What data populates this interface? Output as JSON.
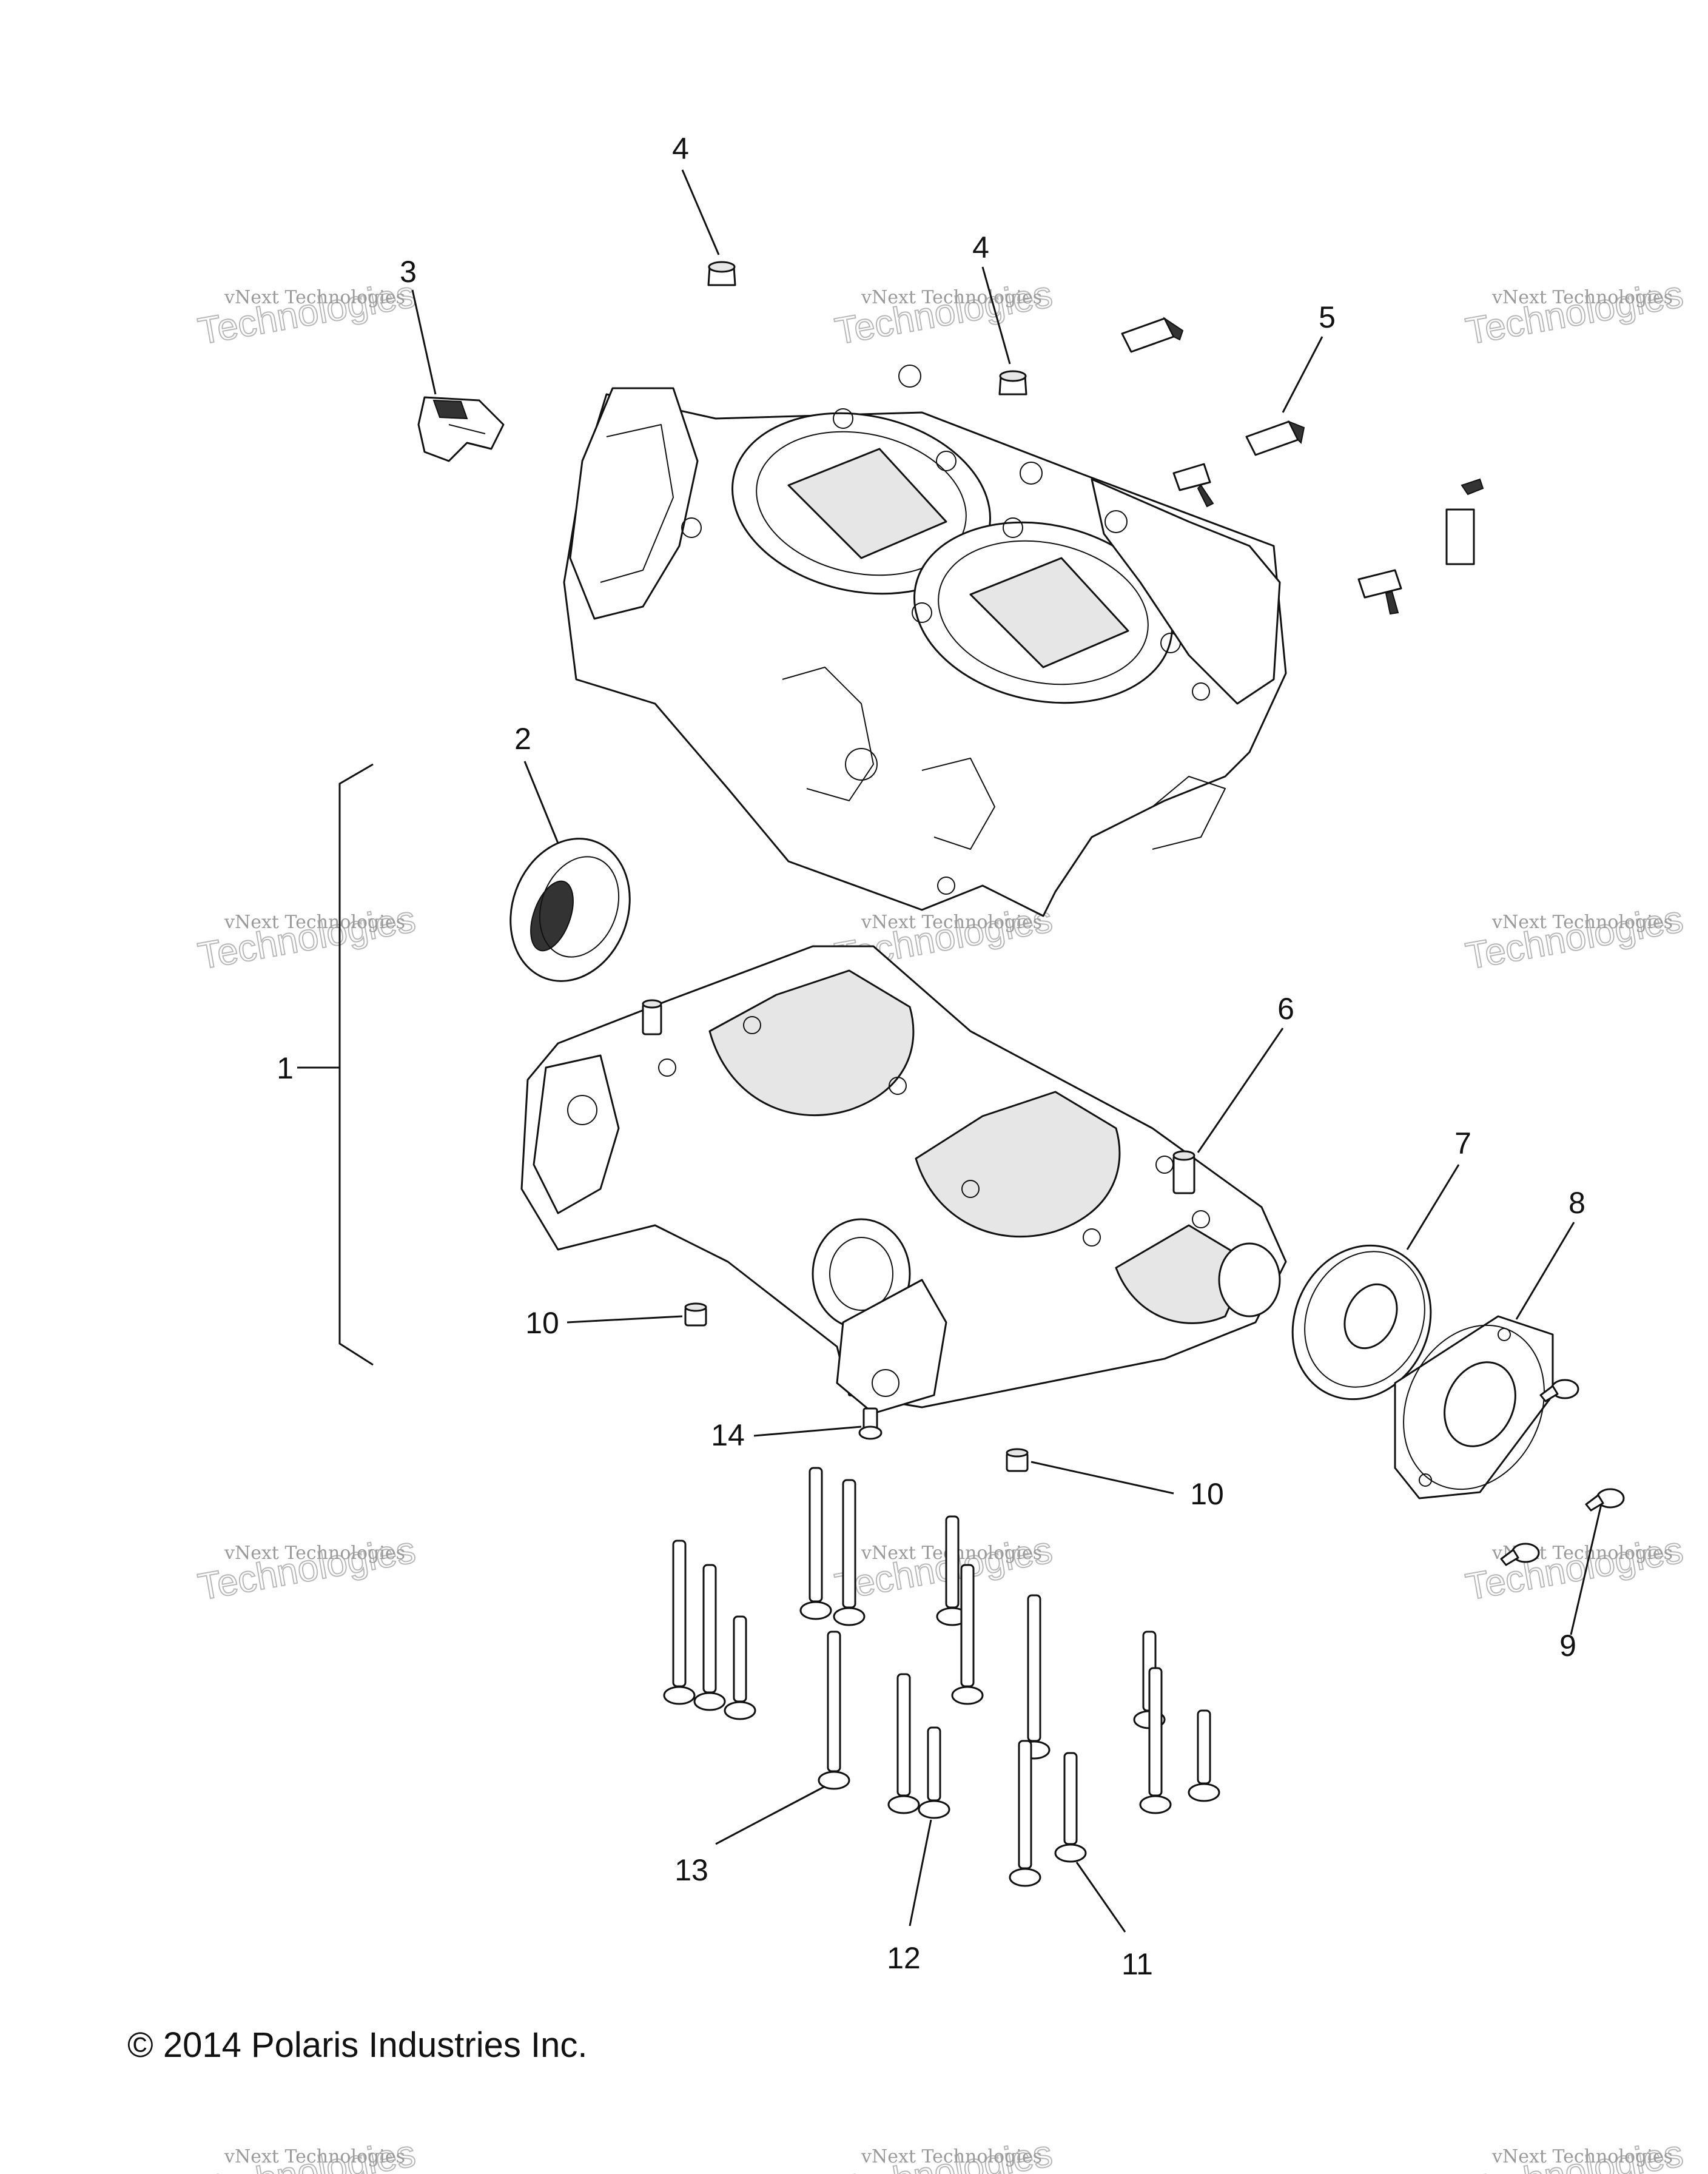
{
  "watermark": {
    "line1": "vNext Technologies",
    "line2": "Technologies"
  },
  "callouts": [
    "1",
    "2",
    "3",
    "4",
    "4",
    "5",
    "6",
    "7",
    "8",
    "9",
    "10",
    "10",
    "11",
    "12",
    "13",
    "14"
  ],
  "copyright": "© 2014 Polaris Industries Inc."
}
